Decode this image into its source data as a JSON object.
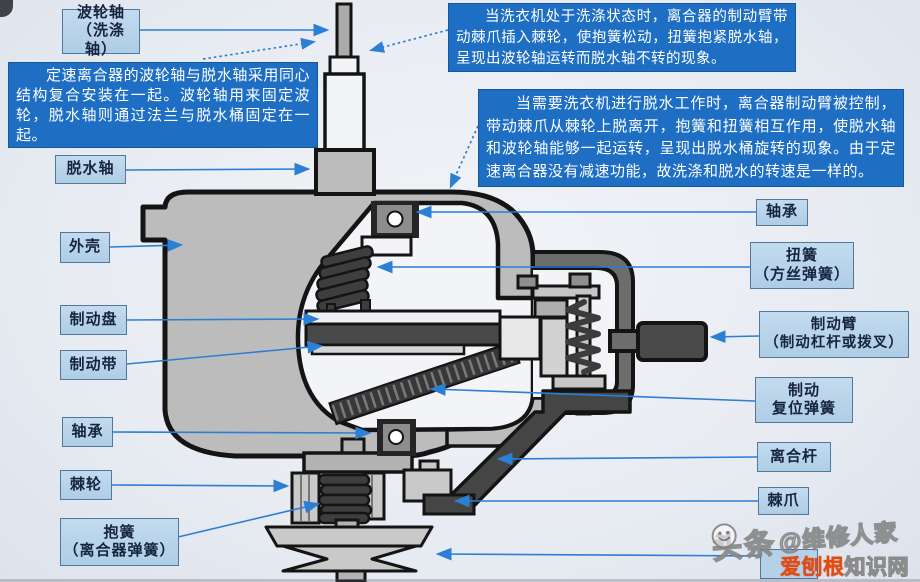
{
  "labels": {
    "impeller_shaft": "波轮轴\n（洗涤轴）",
    "dewatering_shaft": "脱水轴",
    "housing": "外壳",
    "brake_disc": "制动盘",
    "brake_band": "制动带",
    "bearing_left": "轴承",
    "ratchet_wheel": "棘轮",
    "clutch_spring": "抱簧\n（离合器弹簧）",
    "bearing_right": "轴承",
    "torsion_spring": "扭簧\n（方丝弹簧）",
    "brake_arm": "制动臂\n（制动杠杆或拨叉）",
    "brake_return_spring": "制动\n复位弹簧",
    "clutch_lever": "离合杆",
    "pawl": "棘爪"
  },
  "notes": {
    "note1": "定速离合器的波轮轴与脱水轴采用同心结构复合安装在一起。波轮轴用来固定波轮，脱水轴则通过法兰与脱水桶固定在一起。",
    "note2": "当洗衣机处于洗涤状态时，离合器的制动臂带动棘爪插入棘轮，使抱簧松动，扭簧抱紧脱水轴，呈现出波轮轴运转而脱水轴不转的现象。",
    "note3": "当需要洗衣机进行脱水工作时，离合器制动臂被控制，带动棘爪从棘轮上脱离开，抱簧和扭簧相互作用，使脱水轴和波轮轴能够一起运转，呈现出脱水桶旋转的现象。由于定速离合器没有减速功能，故洗涤和脱水的转速是一样的。"
  },
  "watermark": {
    "platform": "头条",
    "account": "@维修人家",
    "site_red": "爱刨根",
    "site_white": "知识网"
  },
  "colors": {
    "note_bg": "#1e6fc4",
    "label_bg": "#b4d1e8",
    "label_border": "#53769c",
    "connector": "#2b7fd4",
    "housing_gray": "#bcbcbc",
    "dark_part": "#3e3e3e",
    "background": "#e9edf3",
    "watermark_red": "#e8490f"
  }
}
